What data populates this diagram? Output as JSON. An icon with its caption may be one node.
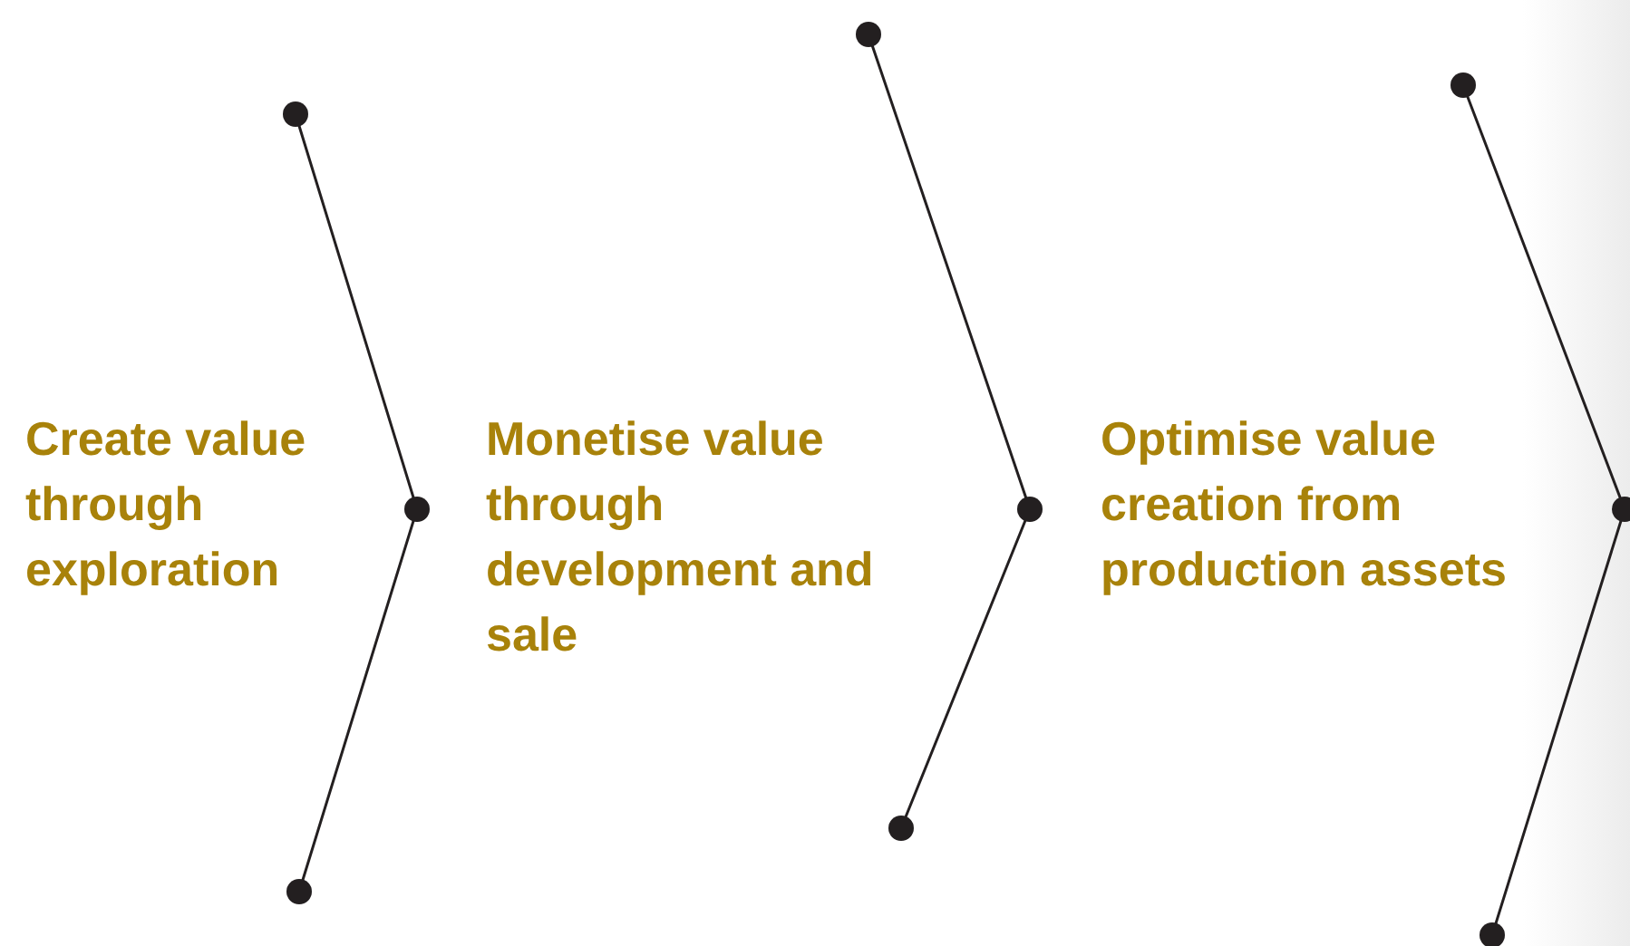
{
  "diagram": {
    "labels": [
      "Create value through exploration",
      "Monetise value through development and sale",
      "Optimise value creation from production assets"
    ]
  }
}
